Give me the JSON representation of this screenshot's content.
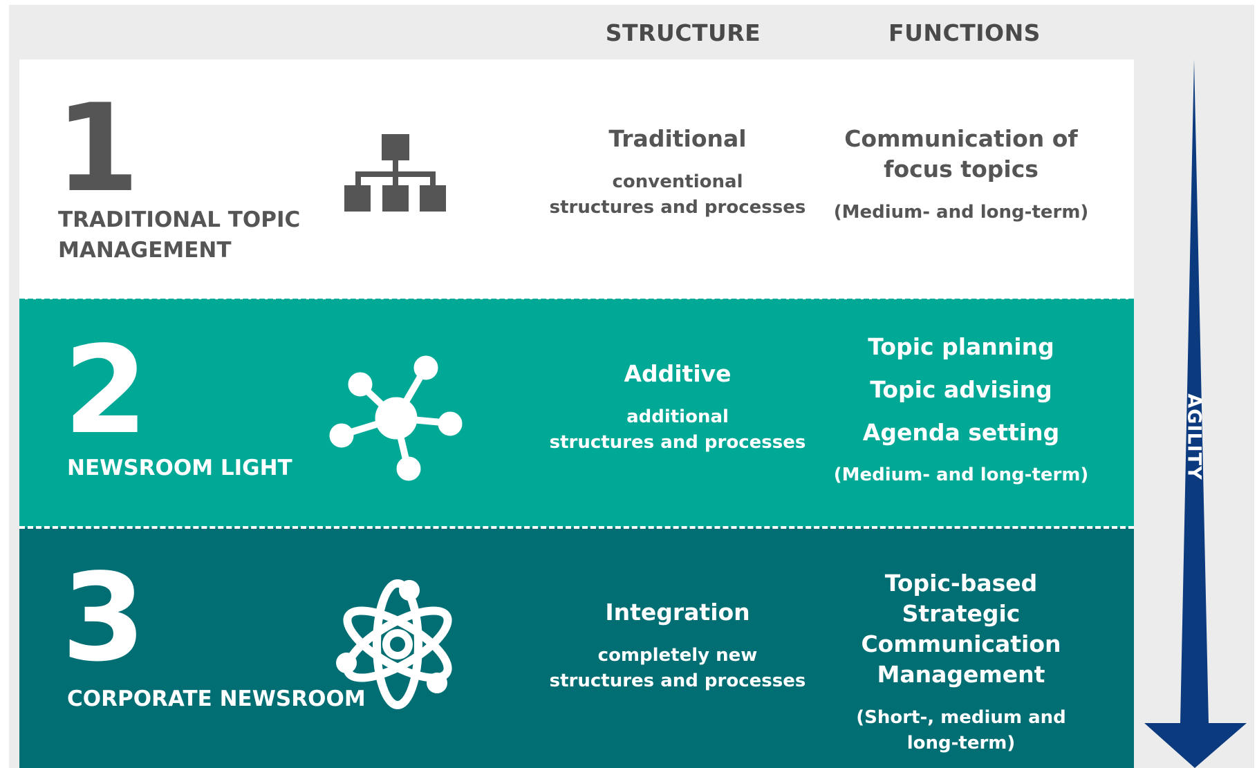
{
  "headers": {
    "structure": "STRUCTURE",
    "functions": "FUNCTIONS"
  },
  "rows": [
    {
      "number": "1",
      "title_line1": "TRADITIONAL TOPIC",
      "title_line2": "MANAGEMENT",
      "icon": "org-chart-icon",
      "structure_title": "Traditional",
      "structure_desc_line1": "conventional",
      "structure_desc_line2": "structures and processes",
      "functions_line1": "Communication of",
      "functions_line2": "focus topics",
      "functions_note": "(Medium- and long-term)"
    },
    {
      "number": "2",
      "title": "NEWSROOM LIGHT",
      "icon": "network-hub-icon",
      "structure_title": "Additive",
      "structure_desc_line1": "additional",
      "structure_desc_line2": "structures and processes",
      "functions_line1": "Topic planning",
      "functions_line2": "Topic advising",
      "functions_line3": "Agenda setting",
      "functions_note": "(Medium- and long-term)"
    },
    {
      "number": "3",
      "title": "CORPORATE NEWSROOM",
      "icon": "atom-icon",
      "structure_title": "Integration",
      "structure_desc_line1": "completely new",
      "structure_desc_line2": "structures and processes",
      "functions_line1": "Topic-based",
      "functions_line2": "Strategic Communication",
      "functions_line3": "Management",
      "functions_note_line1": "(Short-, medium and",
      "functions_note_line2": "long-term)"
    }
  ],
  "arrow_label": "AGILITY",
  "colors": {
    "row1_bg": "#ffffff",
    "row2_bg": "#00a896",
    "row3_bg": "#006e72",
    "arrow": "#0b3a7e",
    "dark_text": "#555555"
  }
}
